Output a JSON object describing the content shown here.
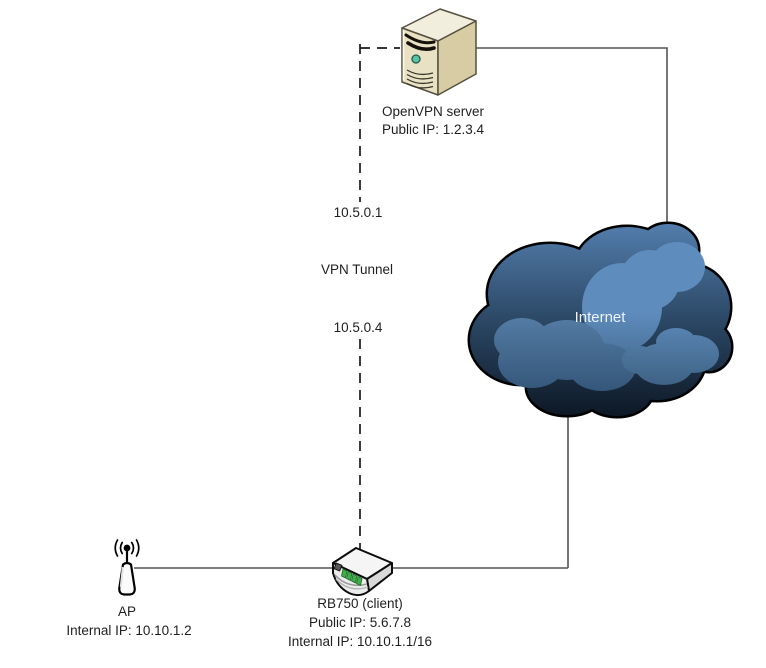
{
  "diagram": {
    "server": {
      "name": "OpenVPN server",
      "public_ip": "Public IP: 1.2.3.4",
      "tunnel_ip": "10.5.0.1"
    },
    "tunnel": {
      "label": "VPN Tunnel"
    },
    "client": {
      "name": "RB750 (client)",
      "public_ip": "Public IP: 5.6.7.8",
      "internal_ip": "Internal IP: 10.10.1.1/16",
      "tunnel_ip": "10.5.0.4"
    },
    "ap": {
      "name": "AP",
      "internal_ip": "Internal IP: 10.10.1.2"
    },
    "internet": {
      "label": "Internet"
    },
    "colors": {
      "cloud_light": "#527cab",
      "cloud_dark": "#0d1724",
      "solid_line": "#555555",
      "dashed_line": "#1a1a1a",
      "text": "#1f1f1f"
    }
  }
}
